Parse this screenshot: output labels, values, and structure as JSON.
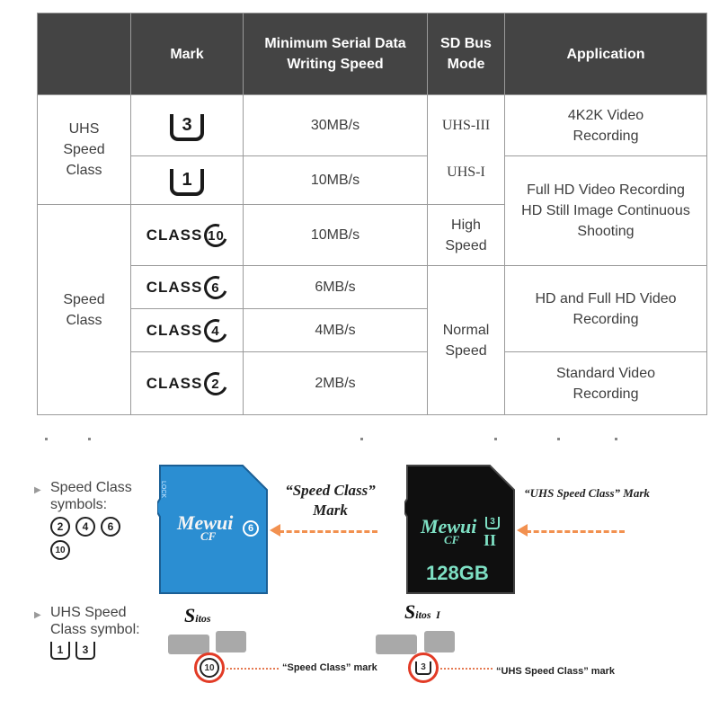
{
  "table": {
    "headers": {
      "mark": "Mark",
      "speed": "Minimum Serial Data Writing Speed",
      "bus": "SD Bus Mode",
      "app": "Application"
    },
    "groups": {
      "uhs": "UHS Speed Class",
      "speed": "Speed Class"
    },
    "rows": [
      {
        "mark": "3",
        "speed": "30MB/s"
      },
      {
        "mark": "1",
        "speed": "10MB/s"
      },
      {
        "mark": "10",
        "speed": "10MB/s"
      },
      {
        "mark": "6",
        "speed": "6MB/s"
      },
      {
        "mark": "4",
        "speed": "4MB/s"
      },
      {
        "mark": "2",
        "speed": "2MB/s"
      }
    ],
    "class_word": "CLASS",
    "bus_modes": {
      "uhs3": "UHS-III",
      "uhs1": "UHS-I",
      "high": "High Speed",
      "normal": "Normal Speed"
    },
    "applications": {
      "app1": "4K2K Video Recording",
      "app2": "Full HD Video Recording HD Still Image Continuous Shooting",
      "app3": "HD and Full HD Video Recording",
      "app4": "Standard Video Recording"
    }
  },
  "legend": {
    "speed_class": "Speed Class symbols:",
    "speed_symbols": [
      "2",
      "4",
      "6",
      "10"
    ],
    "uhs_class": "UHS Speed Class symbol:",
    "uhs_symbols": [
      "1",
      "3"
    ]
  },
  "cards": {
    "left": {
      "brand": "Mewui",
      "sub": "CF",
      "lock": "LOCK",
      "class_mark": "6",
      "label": "“Speed Class” Mark",
      "bottom_label": "“Speed Class” mark",
      "bottom_mark": "10",
      "color": "#2b8ed2"
    },
    "right": {
      "brand": "Mewui",
      "sub": "CF",
      "capacity": "128GB",
      "uhs_mark": "3",
      "bus": "II",
      "label": "“UHS Speed Class” Mark",
      "bottom_label": "“UHS Speed Class” mark",
      "bottom_mark": "3",
      "color": "#0f0f0f",
      "text_color": "#7ee0c4"
    }
  }
}
